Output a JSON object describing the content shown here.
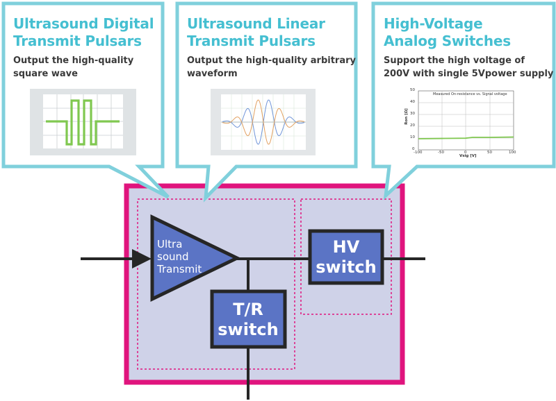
{
  "callouts": [
    {
      "title_line1": "Ultrasound Digital",
      "title_line2": "Transmit Pulsars",
      "desc_line1": "Output the high-quality",
      "desc_line2": "square wave"
    },
    {
      "title_line1": "Ultrasound Linear",
      "title_line2": "Transmit Pulsars",
      "desc_line1": "Output the high-quality arbitrary",
      "desc_line2": "waveform"
    },
    {
      "title_line1": "High-Voltage",
      "title_line2": "Analog Switches",
      "desc_line1": "Support the high voltage of",
      "desc_line2": "200V with single 5Vpower supply"
    }
  ],
  "plot": {
    "title": "Measured On-resistance vs. Signal voltage",
    "ylabel": "Ron [Ω]",
    "xlabel": "Vsig [V]",
    "xticks": [
      "-100",
      "-50",
      "0",
      "50",
      "100"
    ],
    "yticks": [
      "50",
      "40",
      "30",
      "20",
      "10",
      "0"
    ]
  },
  "blocks": {
    "transmit_line1": "Ultra",
    "transmit_line2": "sound",
    "transmit_line3": "Transmit",
    "hv_line1": "HV",
    "hv_line2": "switch",
    "tr_line1": "T/R",
    "tr_line2": "switch"
  },
  "colors": {
    "callout_border": "#80d0dc",
    "callout_title": "#45bfd1",
    "outer_border": "#e0147d",
    "module_fill": "#cfd2e8",
    "block_fill": "#5b74c5",
    "block_border": "#262626",
    "wave_green": "#80c850"
  }
}
